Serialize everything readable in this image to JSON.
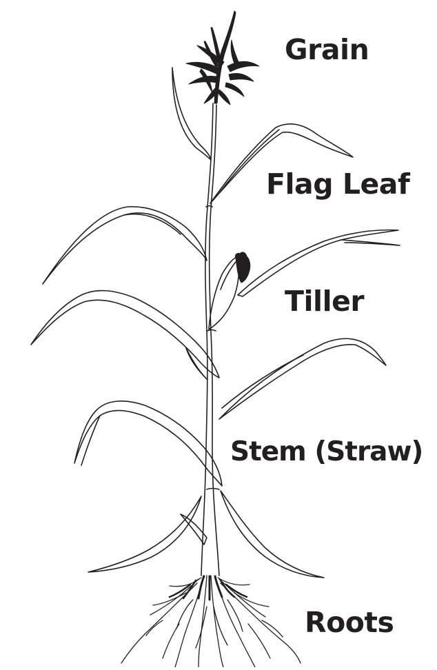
{
  "colors": {
    "ink": "#231f20",
    "background": "#ffffff"
  },
  "labels": {
    "grain": "Grain",
    "flag_leaf": "Flag Leaf",
    "tiller": "Tiller",
    "stem": "Stem (Straw)",
    "roots": "Roots"
  }
}
